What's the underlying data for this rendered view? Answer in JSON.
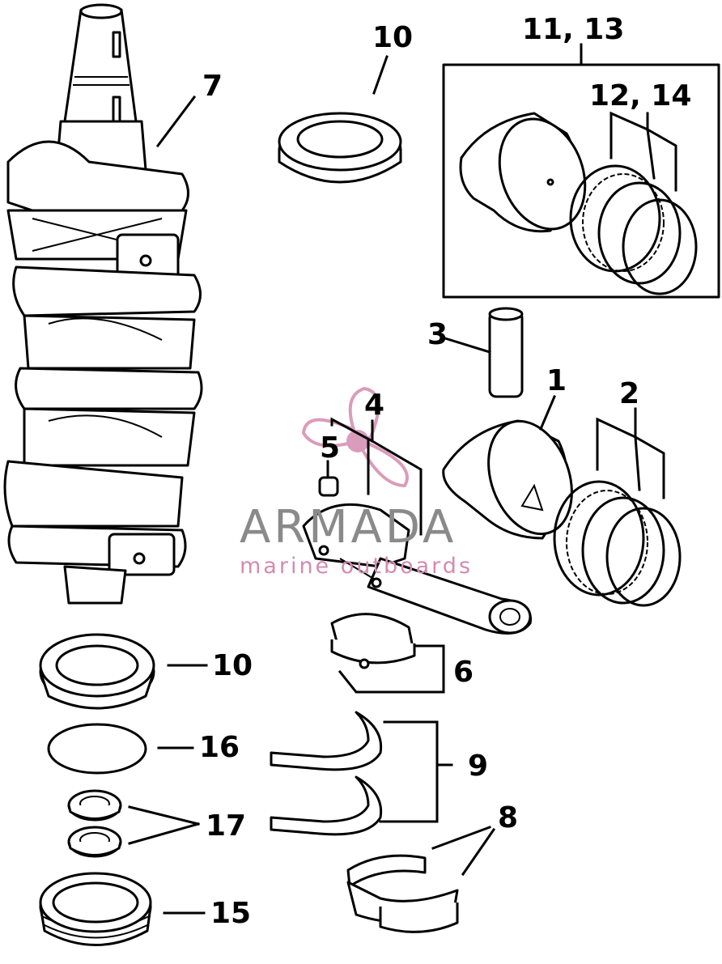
{
  "callouts": {
    "c1": "1",
    "c2": "2",
    "c3": "3",
    "c4": "4",
    "c5": "5",
    "c6": "6",
    "c7": "7",
    "c8": "8",
    "c9": "9",
    "c10_top": "10",
    "c10_bottom": "10",
    "c11_13": "11, 13",
    "c12_14": "12, 14",
    "c15": "15",
    "c16": "16",
    "c17": "17"
  },
  "watermark": {
    "brand": "ARMADA",
    "tagline": "marine outboards",
    "color_text": "#8a8a8a",
    "color_accent": "#d48bb0"
  }
}
